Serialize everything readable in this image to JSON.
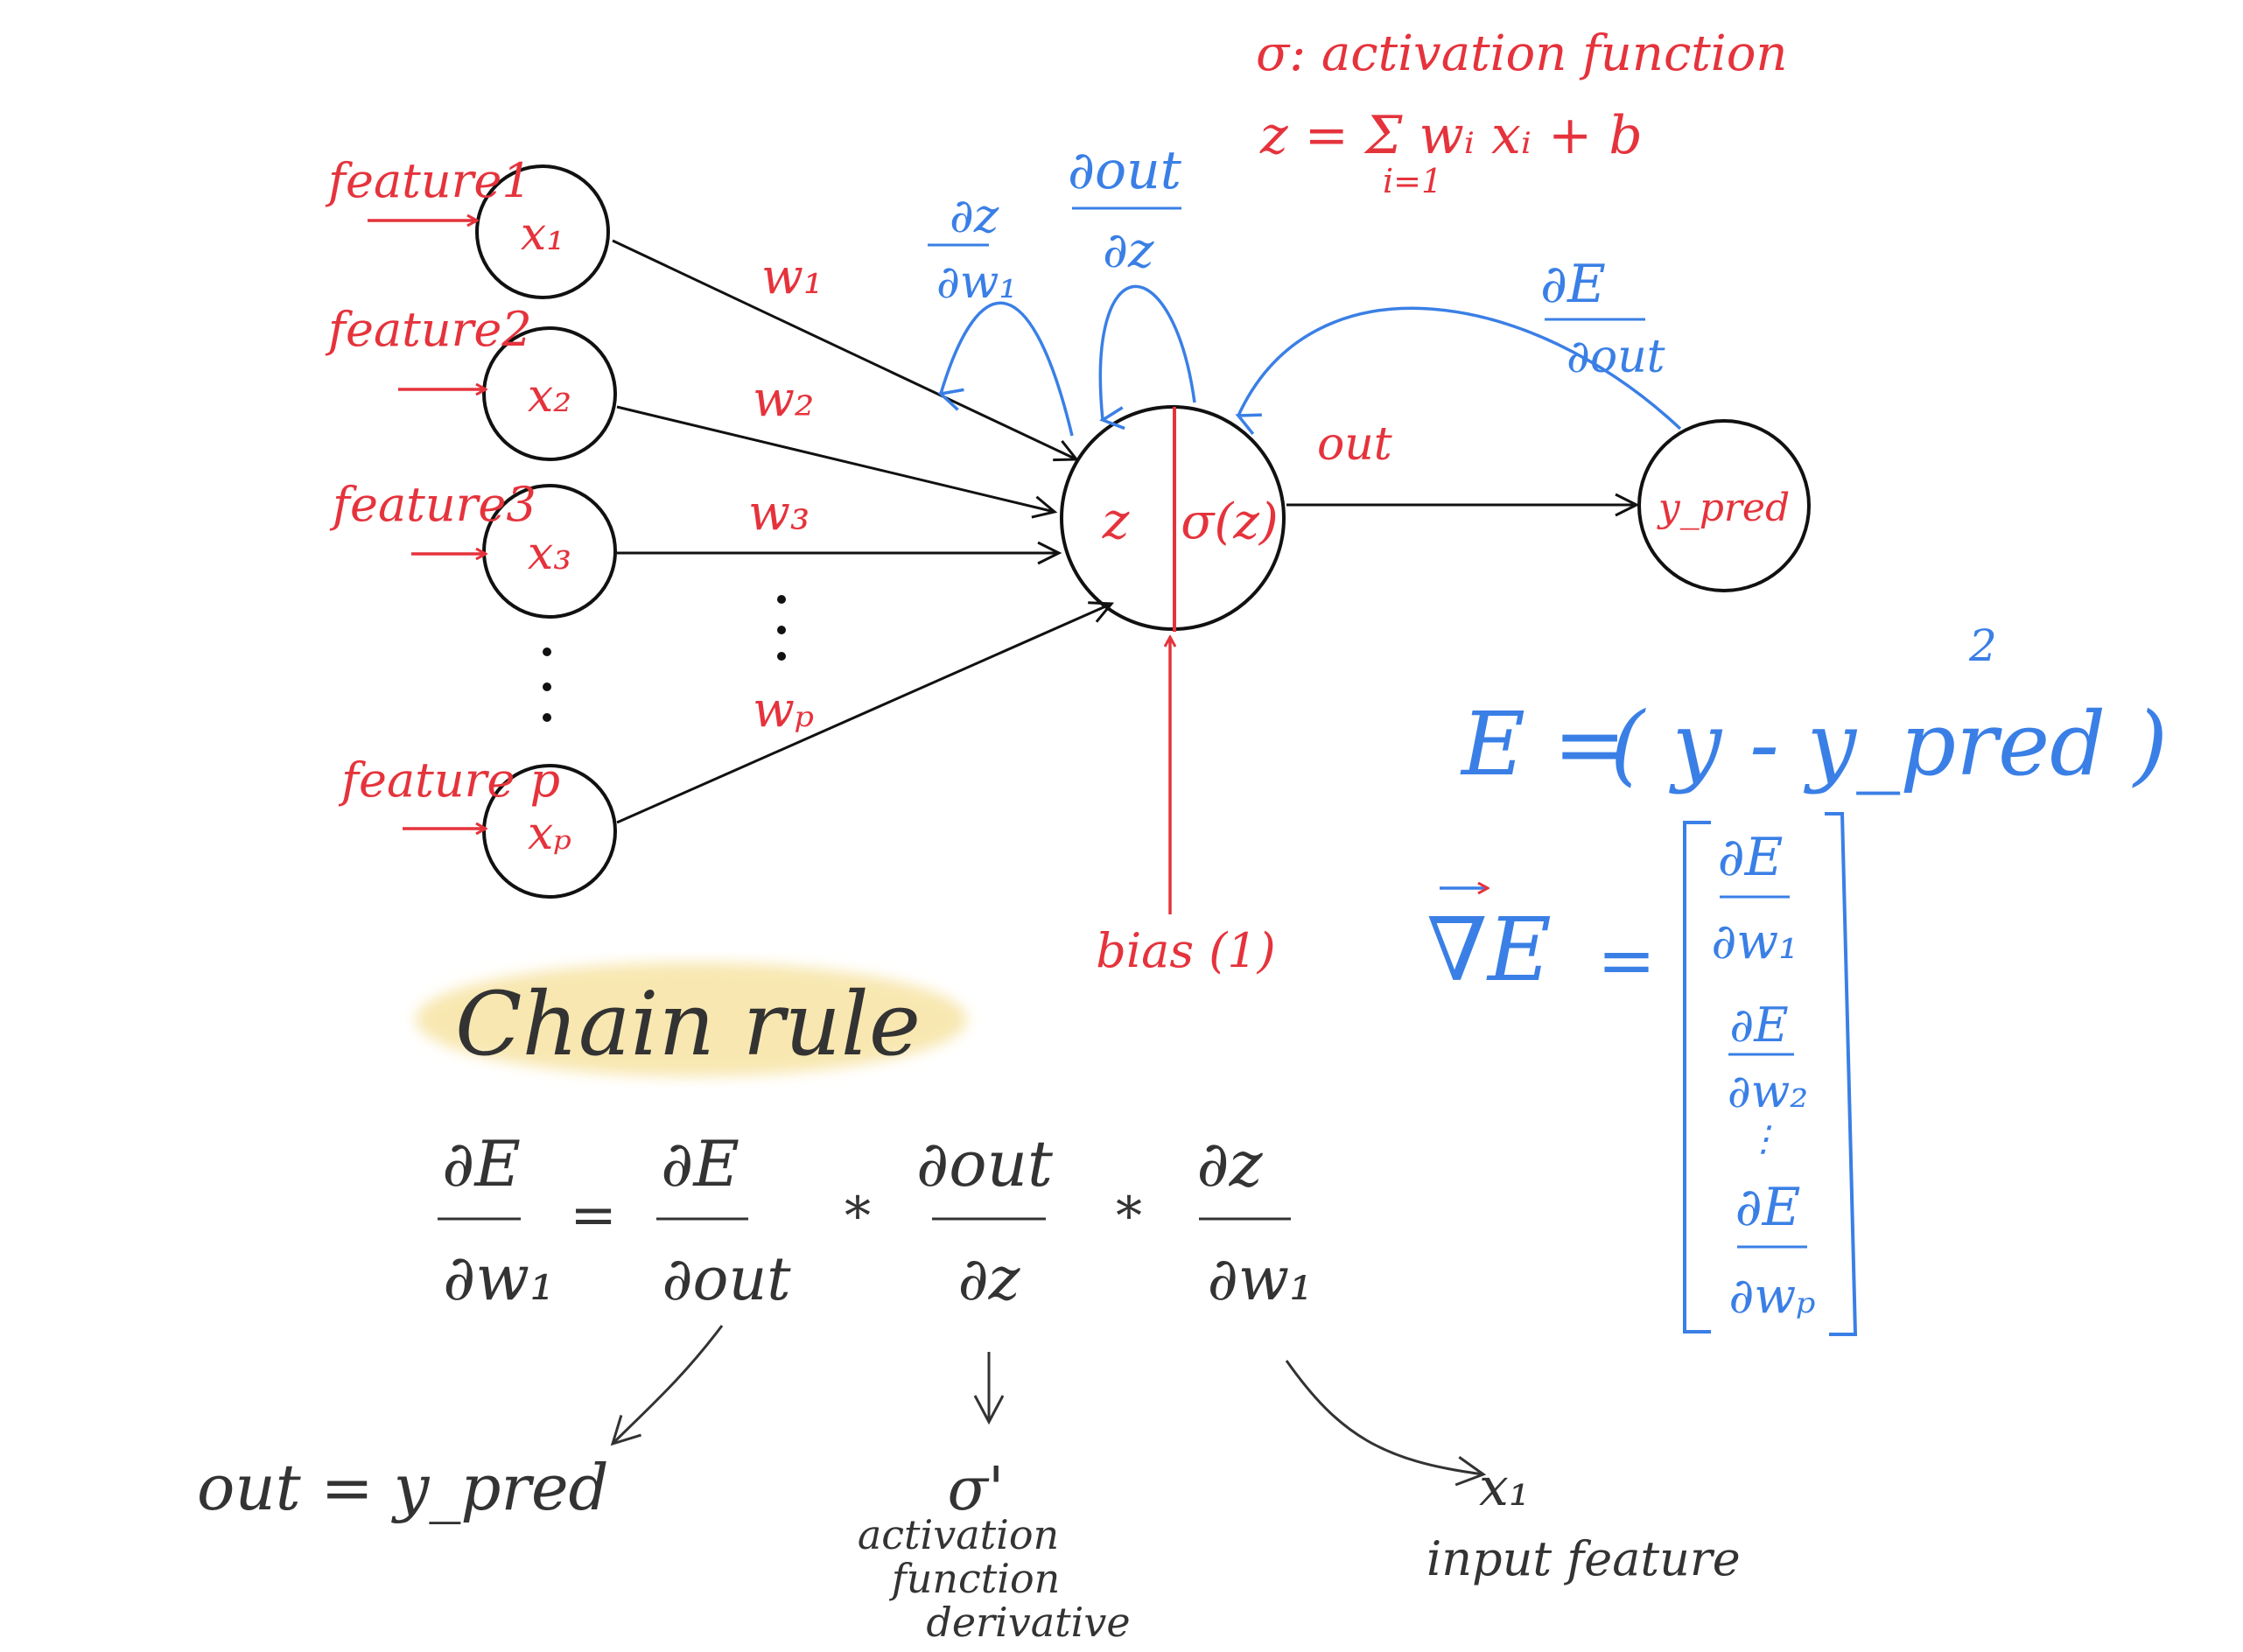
{
  "colors": {
    "red": "#e5333c",
    "blue": "#3a7fe6",
    "black": "#111111",
    "gray": "#333333",
    "highlight": "#f8e7b0"
  },
  "legend": {
    "sigma_def": "σ: activation function",
    "z_def": "z = Σ wᵢ xᵢ + b",
    "z_def_index": "i=1"
  },
  "inputs": [
    {
      "feature": "feature1",
      "node": "x₁",
      "weight": "w₁"
    },
    {
      "feature": "feature2",
      "node": "x₂",
      "weight": "w₂"
    },
    {
      "feature": "feature3",
      "node": "x₃",
      "weight": "w₃"
    },
    {
      "feature": "feature p",
      "node": "xₚ",
      "weight": "wₚ"
    }
  ],
  "neuron": {
    "left": "z",
    "right": "σ(z)"
  },
  "output_label": "out",
  "output_node": "y_pred",
  "bias": "bias (1)",
  "derivatives": {
    "dz_dw1_num": "∂z",
    "dz_dw1_den": "∂w₁",
    "dout_dz_num": "∂out",
    "dout_dz_den": "∂z",
    "dE_dout_num": "∂E",
    "dE_dout_den": "∂out"
  },
  "error": {
    "lhs": "E =",
    "body": "( y - y_pred )",
    "exp": "2",
    "grad_lhs": "∇E",
    "grad_eq": "=",
    "vector": [
      {
        "num": "∂E",
        "den": "∂w₁"
      },
      {
        "num": "∂E",
        "den": "∂w₂"
      },
      {
        "num": "∂E",
        "den": "∂wₚ"
      }
    ],
    "vdots": "⋮"
  },
  "chain_rule": {
    "title": "Chain rule",
    "lhs_num": "∂E",
    "lhs_den": "∂w₁",
    "eq": "=",
    "t1_num": "∂E",
    "t1_den": "∂out",
    "t2_num": "∂out",
    "t2_den": "∂z",
    "t3_num": "∂z",
    "t3_den": "∂w₁",
    "times": "*",
    "ann1": "out = y_pred",
    "ann2_sym": "σ'",
    "ann2_l1": "activation",
    "ann2_l2": "function",
    "ann2_l3": "derivative",
    "ann3_sym": "x₁",
    "ann3_l1": "input feature"
  }
}
